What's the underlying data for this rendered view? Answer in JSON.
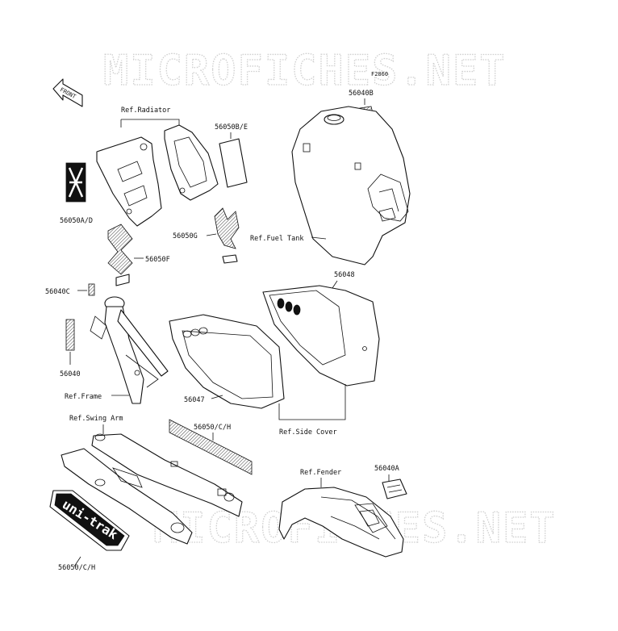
{
  "diagram": {
    "figure_code": "F2860",
    "watermark_text": "MICROFICHES.NET",
    "front_arrow_label": "FRONT",
    "uni_trak_logo_text": "uni-trak",
    "labels": {
      "p56040B": "56040B",
      "p56050BE": "56050B/E",
      "p56050AD": "56050A/D",
      "p56050G": "56050G",
      "p56050F": "56050F",
      "p56040C": "56040C",
      "p56040": "56040",
      "p56048": "56048",
      "p56047": "56047",
      "p56050CH_top": "56050/C/H",
      "p56040A": "56040A",
      "p56050CH_bottom": "56050/C/H",
      "ref_radiator": "Ref.Radiator",
      "ref_fuel_tank": "Ref.Fuel Tank",
      "ref_frame": "Ref.Frame",
      "ref_swing_arm": "Ref.Swing Arm",
      "ref_side_cover": "Ref.Side Cover",
      "ref_fender": "Ref.Fender"
    }
  }
}
